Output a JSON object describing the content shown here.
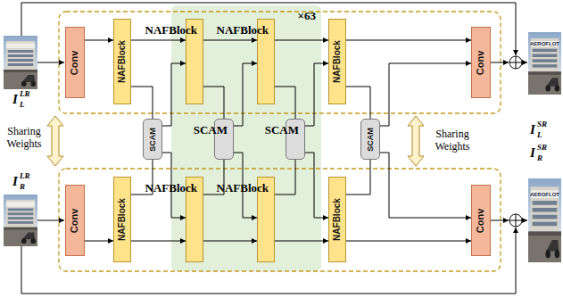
{
  "diagram": {
    "nodes": [
      {
        "text": [
          "Conv"
        ]
      },
      {
        "text": [
          "NAFBlock"
        ]
      },
      {
        "text": [
          "×63"
        ]
      },
      {
        "text": [
          "NAFBlock"
        ],
        "in": 2
      },
      {
        "text": [
          "NAFBlock"
        ],
        "in": 2
      },
      {
        "text": [
          "NAFBlock"
        ]
      },
      {
        "text": [
          "Conv"
        ]
      },
      {
        "text": [
          "SCAM"
        ]
      },
      {
        "text": [
          "SCAM"
        ],
        "in": 2
      },
      {
        "text": [
          "SCAM"
        ],
        "in": 2
      },
      {
        "text": [
          "SCAM"
        ]
      },
      {
        "text": [
          "Conv"
        ]
      },
      {
        "text": [
          "NAFBlock"
        ]
      },
      {
        "text": [
          "NAFBlock"
        ],
        "in": 2
      },
      {
        "text": [
          "NAFBlock"
        ],
        "in": 2
      },
      {
        "text": [
          "NAFBlock"
        ]
      },
      {
        "text": [
          "Conv"
        ]
      }
    ],
    "edges": [
      {
        "from": 0,
        "to": 1,
        "arrow": "to"
      },
      {
        "from": 1,
        "to": 3,
        "arrow": "to"
      },
      {
        "from": 3,
        "to": 4,
        "arrow": "to"
      },
      {
        "from": 4,
        "to": 5,
        "arrow": "to"
      },
      {
        "from": 5,
        "to": 6,
        "arrow": "to"
      },
      {
        "from": 11,
        "to": 12,
        "arrow": "to"
      },
      {
        "from": 12,
        "to": 13,
        "arrow": "to"
      },
      {
        "from": 13,
        "to": 14,
        "arrow": "to"
      },
      {
        "from": 14,
        "to": 15,
        "arrow": "to"
      },
      {
        "from": 15,
        "to": 16,
        "arrow": "to"
      },
      {
        "from": 1,
        "to": 7,
        "arrow": "none"
      },
      {
        "from": 12,
        "to": 7,
        "arrow": "none"
      },
      {
        "from": 3,
        "to": 8,
        "arrow": "none"
      },
      {
        "from": 13,
        "to": 8,
        "arrow": "none"
      },
      {
        "from": 4,
        "to": 9,
        "arrow": "none"
      },
      {
        "from": 14,
        "to": 9,
        "arrow": "none"
      },
      {
        "from": 5,
        "to": 10,
        "arrow": "none"
      },
      {
        "from": 15,
        "to": 10,
        "arrow": "none"
      },
      {
        "from": 7,
        "to": 3,
        "arrow": "to"
      },
      {
        "from": 7,
        "to": 13,
        "arrow": "to"
      },
      {
        "from": 8,
        "to": 4,
        "arrow": "to"
      },
      {
        "from": 8,
        "to": 14,
        "arrow": "to"
      },
      {
        "from": 9,
        "to": 5,
        "arrow": "to"
      },
      {
        "from": 9,
        "to": 15,
        "arrow": "to"
      },
      {
        "from": 10,
        "to": 6,
        "arrow": "to"
      },
      {
        "from": 10,
        "to": 16,
        "arrow": "to"
      }
    ],
    "labels": [
      "Sharing Weights",
      "Sharing Weights",
      "I",
      "L",
      "LR",
      "I",
      "R",
      "LR",
      "I",
      "L",
      "SR",
      "I",
      "R",
      "SR",
      "AEROFLOT",
      "AEROFLOT"
    ]
  }
}
